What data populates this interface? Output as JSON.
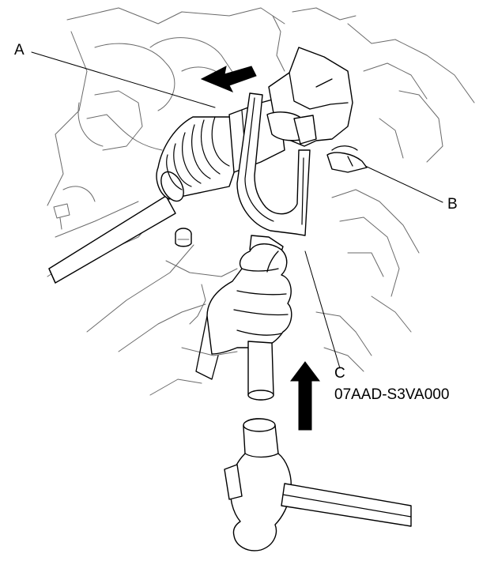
{
  "callouts": {
    "a": "A",
    "b": "B",
    "c": "C",
    "part_number": "07AAD-S3VA000"
  },
  "arrows": {
    "shaft_direction": "left-arrow-icon",
    "strike_direction": "up-arrow-icon",
    "color": "#000000"
  }
}
